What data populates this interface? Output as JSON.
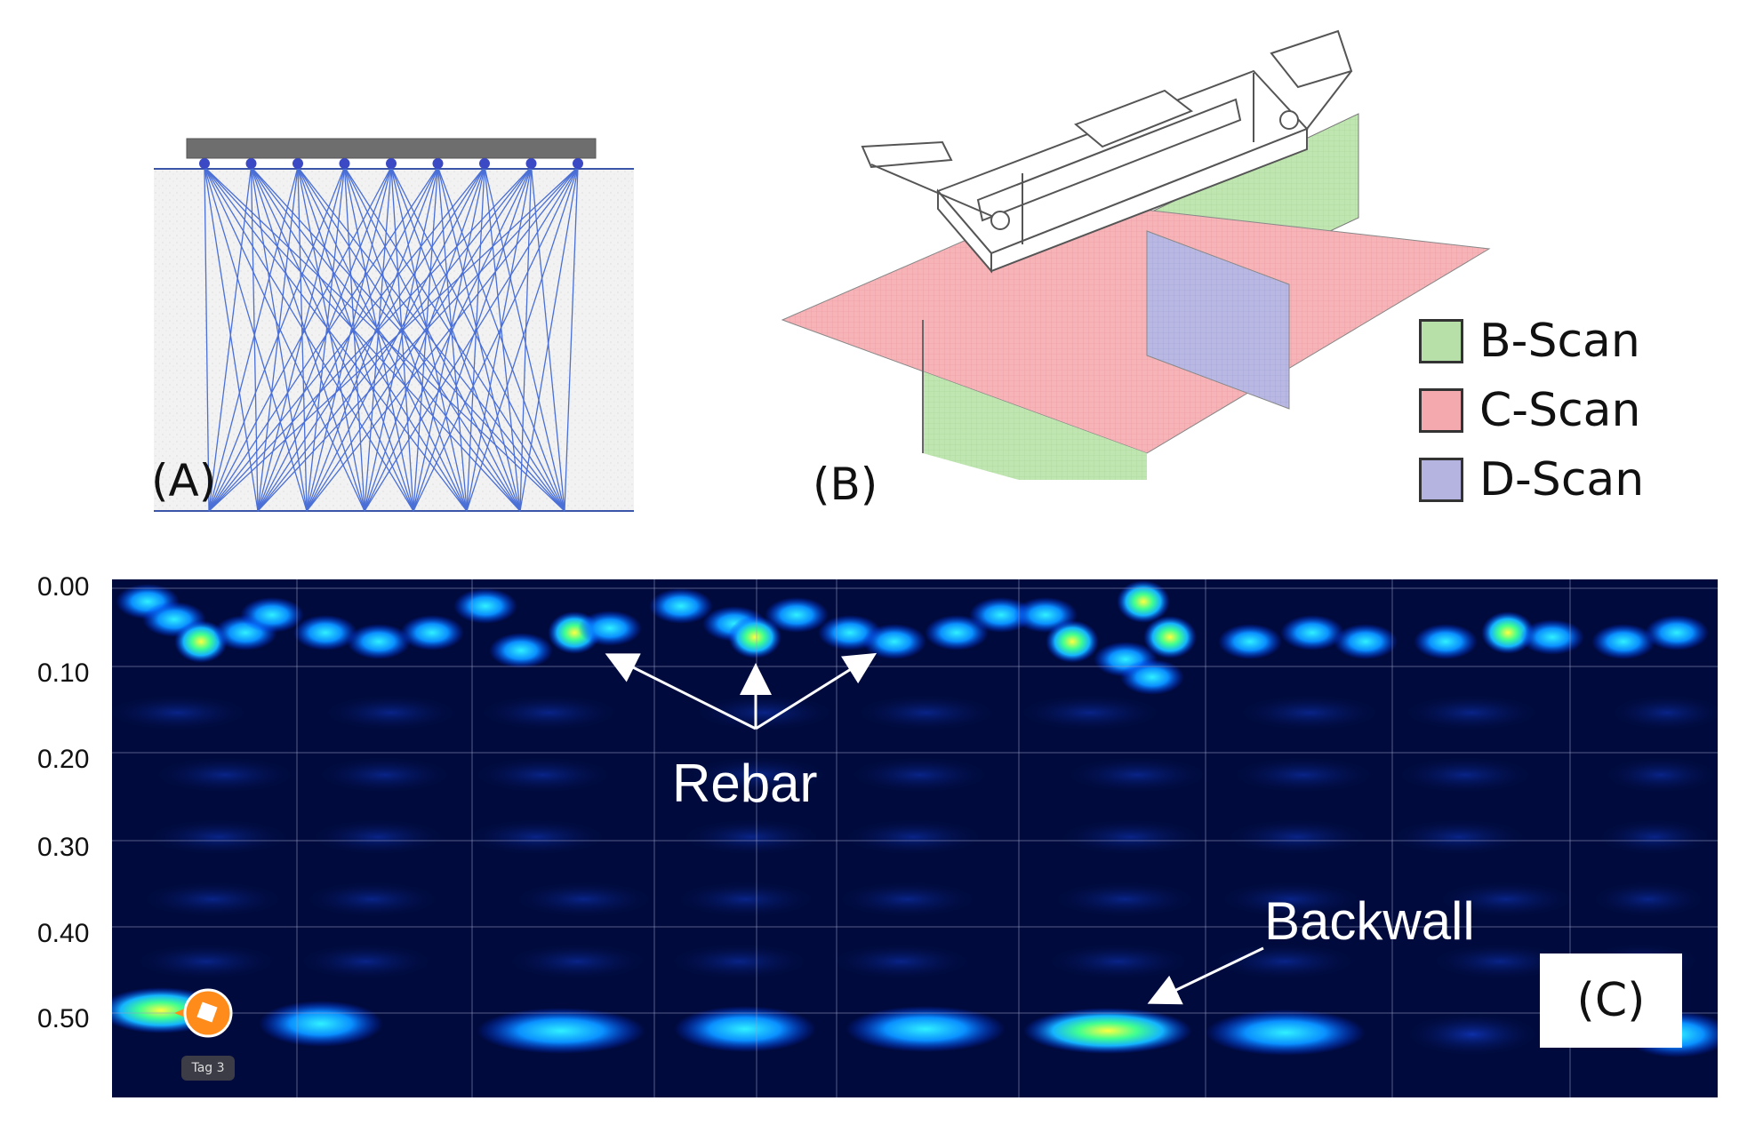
{
  "panels": {
    "a": {
      "label": "(A)"
    },
    "b": {
      "label": "(B)",
      "legend": [
        {
          "label": "B-Scan",
          "color": "#b7e0a8"
        },
        {
          "label": "C-Scan",
          "color": "#f4a9ae"
        },
        {
          "label": "D-Scan",
          "color": "#b5b4e0"
        }
      ]
    },
    "c": {
      "label": "(C)",
      "y_ticks": [
        "0.00",
        "0.10",
        "0.20",
        "0.30",
        "0.40",
        "0.50"
      ],
      "annotations": {
        "rebar": "Rebar",
        "backwall": "Backwall"
      },
      "marker_tag": "Tag 3"
    }
  },
  "colors": {
    "ray": "#4a6fd6",
    "bg_scan": "#000a3c",
    "grid": "#9aa0c8"
  }
}
